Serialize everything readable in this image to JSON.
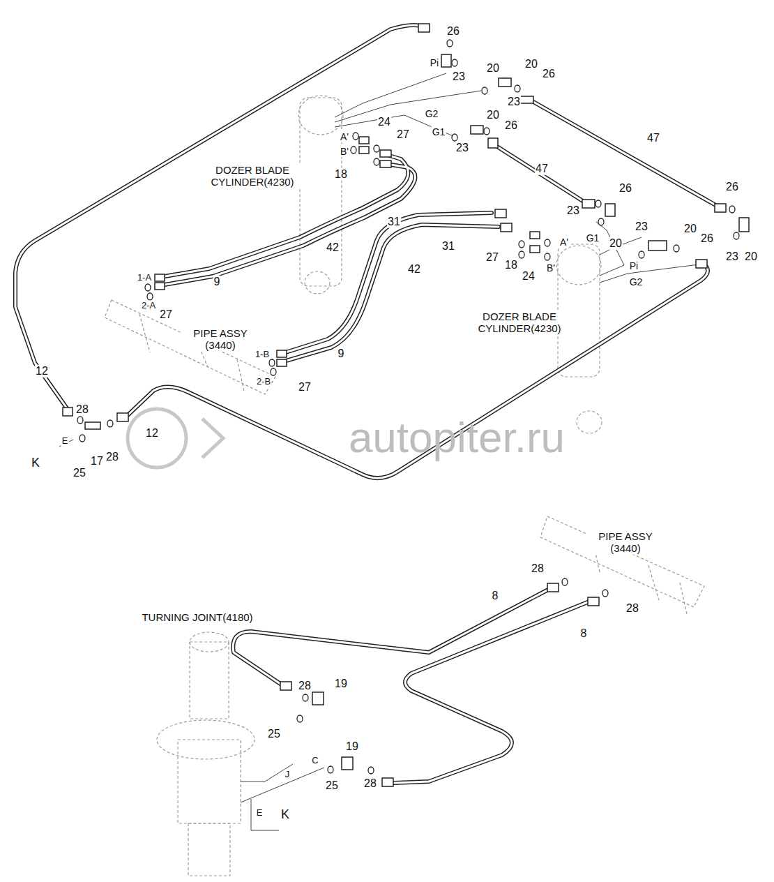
{
  "diagram": {
    "labels": [
      "26",
      "Pi",
      "23",
      "20",
      "20",
      "26",
      "23",
      "G2",
      "20",
      "26",
      "24",
      "A'",
      "27",
      "G1",
      "23",
      "47",
      "B'",
      "DOZER BLADE CYLINDER(4230)",
      "18",
      "47",
      "26",
      "26",
      "23",
      "31",
      "23",
      "20",
      "G1",
      "26",
      "A'",
      "20",
      "31",
      "42",
      "27",
      "23",
      "20",
      "18",
      "Pi",
      "B'",
      "42",
      "24",
      "1-A",
      "9",
      "G2",
      "2-A",
      "27",
      "DOZER BLADE CYLINDER(4230)",
      "PIPE ASSY (3440)",
      "9",
      "1-B",
      "12",
      "2-B",
      "27",
      "12",
      "28",
      "autopiter.ru",
      "E",
      "28",
      "17",
      "K",
      "25",
      "PIPE ASSY (3440)",
      "28",
      "8",
      "28",
      "TURNING JOINT(4180)",
      "8",
      "19",
      "28",
      "25",
      "C",
      "19",
      "J",
      "28",
      "25",
      "E",
      "K"
    ]
  }
}
